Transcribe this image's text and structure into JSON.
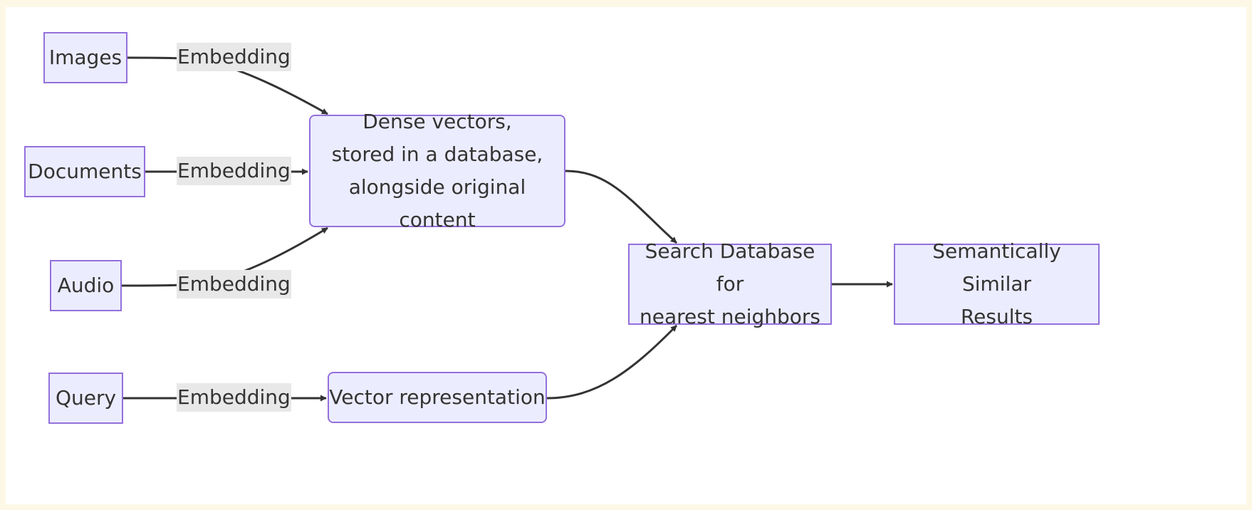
{
  "colors": {
    "page_background": "#fdf8e6",
    "canvas_background": "#ffffff",
    "node_fill": "#ECECFF",
    "node_border": "#9370DB",
    "edge": "#333333",
    "edge_label_background": "#e8e8e8",
    "text": "#333333"
  },
  "nodes": {
    "images": "Images",
    "documents": "Documents",
    "audio": "Audio",
    "query": "Query",
    "dense_vectors": "Dense vectors,\nstored in a database,\nalongside original content",
    "vector_representation": "Vector representation",
    "search_database": "Search Database for\nnearest neighbors",
    "results": "Semantically Similar\nResults"
  },
  "edges": [
    {
      "from": "images",
      "to": "dense_vectors",
      "label": "Embedding"
    },
    {
      "from": "documents",
      "to": "dense_vectors",
      "label": "Embedding"
    },
    {
      "from": "audio",
      "to": "dense_vectors",
      "label": "Embedding"
    },
    {
      "from": "query",
      "to": "vector_representation",
      "label": "Embedding"
    },
    {
      "from": "dense_vectors",
      "to": "search_database",
      "label": ""
    },
    {
      "from": "vector_representation",
      "to": "search_database",
      "label": ""
    },
    {
      "from": "search_database",
      "to": "results",
      "label": ""
    }
  ]
}
